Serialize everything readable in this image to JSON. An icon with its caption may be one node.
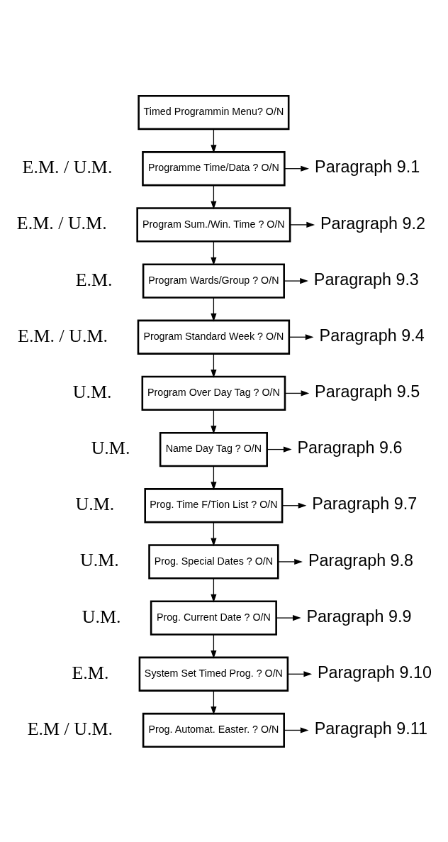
{
  "diagram": {
    "nodes": [
      {
        "text": [
          "Timed Programmin Menu? O/N"
        ]
      },
      {
        "text": [
          "Programme Time/Data ? O/N"
        ],
        "beside": [
          "E.M. / U.M."
        ]
      },
      {
        "text": [
          "Paragraph 9.1"
        ]
      },
      {
        "text": [
          "Program Sum./Win. Time ? O/N"
        ],
        "beside": [
          "E.M. / U.M."
        ]
      },
      {
        "text": [
          "Paragraph 9.2"
        ]
      },
      {
        "text": [
          "Program Wards/Group ? O/N"
        ],
        "beside": [
          "E.M."
        ]
      },
      {
        "text": [
          "Paragraph 9.3"
        ]
      },
      {
        "text": [
          "Program Standard Week ? O/N"
        ],
        "beside": [
          "E.M. / U.M."
        ]
      },
      {
        "text": [
          "Paragraph 9.4"
        ]
      },
      {
        "text": [
          "Program Over Day Tag ? O/N"
        ],
        "beside": [
          "U.M."
        ]
      },
      {
        "text": [
          "Paragraph 9.5"
        ]
      },
      {
        "text": [
          "Name Day Tag ? O/N"
        ],
        "beside": [
          "U.M."
        ]
      },
      {
        "text": [
          "Paragraph 9.6"
        ]
      },
      {
        "text": [
          "Prog. Time F/Tion List ? O/N"
        ],
        "beside": [
          "U.M."
        ]
      },
      {
        "text": [
          "Paragraph 9.7"
        ]
      },
      {
        "text": [
          "Prog. Special Dates ? O/N"
        ],
        "beside": [
          "U.M."
        ]
      },
      {
        "text": [
          "Paragraph 9.8"
        ]
      },
      {
        "text": [
          "Prog. Current Date ? O/N"
        ],
        "beside": [
          "U.M."
        ]
      },
      {
        "text": [
          "Paragraph 9.9"
        ]
      },
      {
        "text": [
          "System Set Timed Prog. ? O/N"
        ],
        "beside": [
          "E.M."
        ]
      },
      {
        "text": [
          "Paragraph 9.10"
        ]
      },
      {
        "text": [
          "Prog. Automat. Easter. ? O/N"
        ],
        "beside": [
          "E.M / U.M."
        ]
      },
      {
        "text": [
          "Paragraph 9.11"
        ]
      }
    ],
    "edges": [
      {
        "from": 0,
        "to": 1,
        "arrow": "to"
      },
      {
        "from": 1,
        "to": 2,
        "arrow": "to"
      },
      {
        "from": 1,
        "to": 3,
        "arrow": "to"
      },
      {
        "from": 3,
        "to": 4,
        "arrow": "to"
      },
      {
        "from": 3,
        "to": 5,
        "arrow": "to"
      },
      {
        "from": 5,
        "to": 6,
        "arrow": "to"
      },
      {
        "from": 5,
        "to": 7,
        "arrow": "to"
      },
      {
        "from": 7,
        "to": 8,
        "arrow": "to"
      },
      {
        "from": 7,
        "to": 9,
        "arrow": "to"
      },
      {
        "from": 9,
        "to": 10,
        "arrow": "to"
      },
      {
        "from": 9,
        "to": 11,
        "arrow": "to"
      },
      {
        "from": 11,
        "to": 12,
        "arrow": "to"
      },
      {
        "from": 11,
        "to": 13,
        "arrow": "to"
      },
      {
        "from": 13,
        "to": 14,
        "arrow": "to"
      },
      {
        "from": 13,
        "to": 15,
        "arrow": "to"
      },
      {
        "from": 15,
        "to": 16,
        "arrow": "to"
      },
      {
        "from": 15,
        "to": 17,
        "arrow": "to"
      },
      {
        "from": 17,
        "to": 18,
        "arrow": "to"
      },
      {
        "from": 17,
        "to": 19,
        "arrow": "to"
      },
      {
        "from": 19,
        "to": 20,
        "arrow": "to"
      },
      {
        "from": 19,
        "to": 21,
        "arrow": "to"
      },
      {
        "from": 21,
        "to": 22,
        "arrow": "to"
      }
    ]
  }
}
